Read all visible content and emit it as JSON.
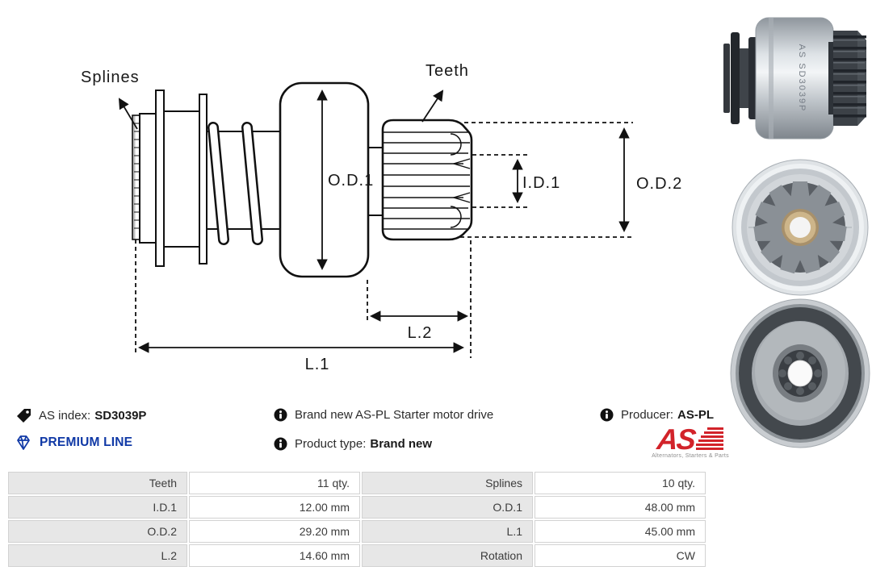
{
  "diagram": {
    "labels": {
      "splines": "Splines",
      "teeth": "Teeth",
      "od1": "O.D.1",
      "id1": "I.D.1",
      "od2": "O.D.2",
      "l2": "L.2",
      "l1": "L.1"
    }
  },
  "photos": [
    {
      "name": "starter drive side view",
      "engraving": "AS SD3039P"
    },
    {
      "name": "starter drive pinion front view"
    },
    {
      "name": "starter drive rear view"
    }
  ],
  "info": {
    "as_index": {
      "label": "AS index:",
      "value": "SD3039P"
    },
    "premium_line": {
      "label": "PREMIUM LINE",
      "color": "#1039a6"
    },
    "description": "Brand new AS-PL Starter motor drive",
    "product_type": {
      "label": "Product type:",
      "value": "Brand new"
    },
    "producer": {
      "label": "Producer:",
      "value": "AS-PL"
    },
    "logo": {
      "text": "AS",
      "tagline": "Alternators, Starters & Parts",
      "color": "#d2232a"
    }
  },
  "specs": {
    "rows": [
      {
        "c0": "Teeth",
        "c1": "11 qty.",
        "c2": "Splines",
        "c3": "10 qty."
      },
      {
        "c0": "I.D.1",
        "c1": "12.00 mm",
        "c2": "O.D.1",
        "c3": "48.00 mm"
      },
      {
        "c0": "O.D.2",
        "c1": "29.20 mm",
        "c2": "L.1",
        "c3": "45.00 mm"
      },
      {
        "c0": "L.2",
        "c1": "14.60 mm",
        "c2": "Rotation",
        "c3": "CW"
      }
    ]
  }
}
